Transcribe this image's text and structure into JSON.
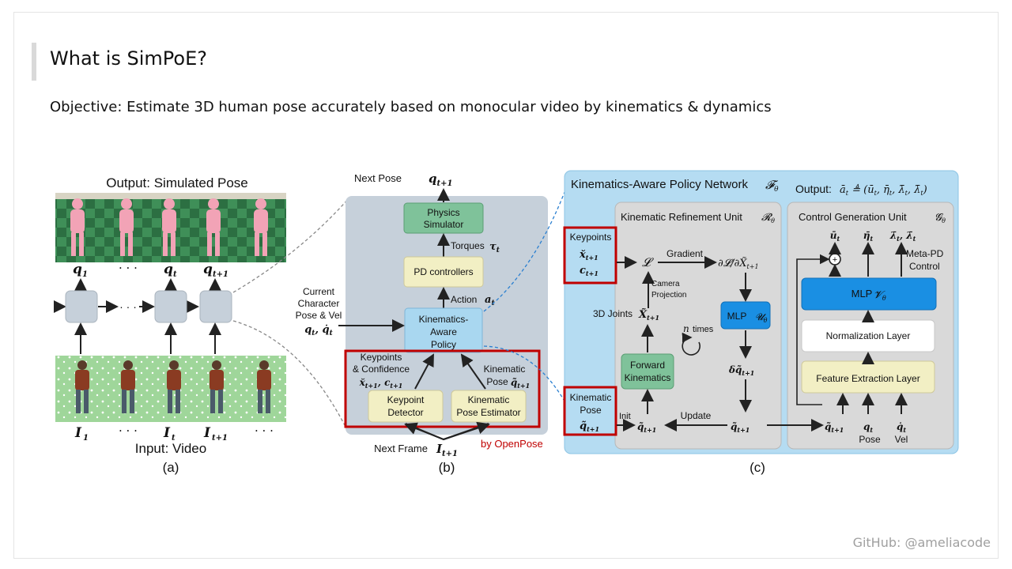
{
  "slide": {
    "title": "What is SimPoE?",
    "objective": "Objective: Estimate 3D human pose accurately based on monocular video by kinematics & dynamics",
    "footer": "GitHub: @ameliacode"
  },
  "panel_a": {
    "caption": "(a)",
    "output_label": "Output: Simulated Pose",
    "input_label": "Input: Video",
    "q_labels": [
      "q",
      "· · ·",
      "q",
      "q"
    ],
    "q_subs": [
      "1",
      "",
      "t",
      "t+1"
    ],
    "i_labels": [
      "I",
      "· · ·",
      "I",
      "I",
      "· · ·"
    ],
    "i_subs": [
      "1",
      "",
      "t",
      "t+1",
      ""
    ],
    "mid_dots": "· · ·"
  },
  "panel_b": {
    "caption": "(b)",
    "next_pose": "Next Pose",
    "physics": [
      "Physics",
      "Simulator"
    ],
    "torques": "Torques",
    "pd": "PD controllers",
    "action": "Action",
    "policy": [
      "Kinematics-",
      "Aware",
      "Policy"
    ],
    "current": [
      "Current",
      "Character",
      "Pose & Vel"
    ],
    "keypoints_conf": [
      "Keypoints",
      "& Confidence"
    ],
    "kinematic_pose": [
      "Kinematic",
      "Pose"
    ],
    "detector": [
      "Keypoint",
      "Detector"
    ],
    "estimator": [
      "Kinematic",
      "Pose Estimator"
    ],
    "next_frame": "Next Frame",
    "openpose": "by OpenPose"
  },
  "panel_c": {
    "caption": "(c)",
    "network_title": "Kinematics-Aware Policy Network",
    "output": "Output:",
    "kru_title": "Kinematic Refinement Unit",
    "cgu_title": "Control Generation Unit",
    "keypoints": "Keypoints",
    "kinematic_pose": [
      "Kinematic",
      "Pose"
    ],
    "gradient": "Gradient",
    "camera": [
      "Camera",
      "Projection"
    ],
    "joints": "3D Joints",
    "mlp_u": "MLP",
    "n_times": "times",
    "forward": [
      "Forward",
      "Kinematics"
    ],
    "init": "Init",
    "update": "Update",
    "mlp_v": "MLP",
    "normalization": "Normalization Layer",
    "feature": "Feature Extraction Layer",
    "meta_pd": [
      "Meta-PD",
      "Control"
    ],
    "pose": "Pose",
    "vel": "Vel"
  },
  "colors": {
    "highlight_red": "#c00000",
    "panel_blue": "#b5dcf2",
    "physics_green": "#7fc29a",
    "policy_blue": "#a9d7f0",
    "yellow": "#f2efc4",
    "mlp_blue": "#1a8fe3",
    "gray_box": "#c6d0da"
  }
}
